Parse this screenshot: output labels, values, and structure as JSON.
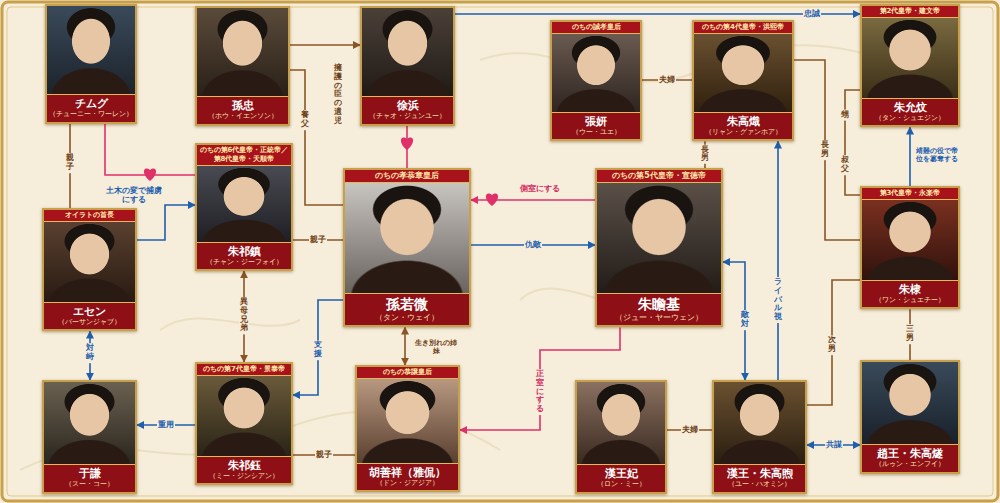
{
  "diagram": {
    "nodes": [
      {
        "text": [
          "チムグ",
          "（チューニー・ワーレン）"
        ]
      },
      {
        "text": [
          "孫忠",
          "（ホウ・イエンソン）"
        ]
      },
      {
        "text": [
          "徐浜",
          "（チャオ・ジュンユー）"
        ]
      },
      {
        "text": [
          "のちの誠孝皇后",
          "張妍",
          "（ウー・ユエ）"
        ]
      },
      {
        "text": [
          "のちの第4代皇帝・洪熙帝",
          "朱高熾",
          "（リャン・グァンホア）"
        ]
      },
      {
        "text": [
          "第2代皇帝・建文帝",
          "朱允炆",
          "（タン・シュエジン）"
        ]
      },
      {
        "text": [
          "オイラトの首長",
          "エセン",
          "（バーサンジャブ）"
        ]
      },
      {
        "text": [
          "のちの第6代皇帝・正統帝／第8代皇帝・天順帝",
          "朱祁鎮",
          "（チャン・ジーフォイ）"
        ]
      },
      {
        "text": [
          "のちの孝恭章皇后",
          "孫若微",
          "（タン・ウェイ）"
        ]
      },
      {
        "text": [
          "のちの第5代皇帝・宣徳帝",
          "朱瞻基",
          "（ジュー・ヤーウェン）"
        ]
      },
      {
        "text": [
          "第3代皇帝・永楽帝",
          "朱棣",
          "（ワン・シュエチー）"
        ]
      },
      {
        "text": [
          "于謙",
          "（スー・コー）"
        ]
      },
      {
        "text": [
          "のちの第7代皇帝・景泰帝",
          "朱祁鈺",
          "（ミー・ジンシアン）"
        ]
      },
      {
        "text": [
          "のちの恭譲皇后",
          "胡善祥（雅侃）",
          "（ドン・ジアジア）"
        ]
      },
      {
        "text": [
          "漢王妃",
          "（ロン・ミー）"
        ]
      },
      {
        "text": [
          "漢王・朱高煦",
          "（ユー・ハオミン）"
        ]
      },
      {
        "text": [
          "趙王・朱高燧",
          "（ルゥン・エンフイ）"
        ]
      }
    ],
    "edges": [
      {
        "from": 0,
        "to": 7,
        "arrow": "none"
      },
      {
        "from": 0,
        "to": 6,
        "label": "親子",
        "arrow": "none"
      },
      {
        "from": 6,
        "to": 7,
        "label": "土木の変で捕虜にする",
        "arrow": "to"
      },
      {
        "from": 6,
        "to": 11,
        "label": "対峙",
        "arrow": "both"
      },
      {
        "from": 12,
        "to": 11,
        "label": "重用",
        "arrow": "to"
      },
      {
        "from": 7,
        "to": 12,
        "label": "異母兄弟",
        "arrow": "both"
      },
      {
        "from": 7,
        "to": 8,
        "label": "親子",
        "arrow": "none"
      },
      {
        "from": 1,
        "to": 8,
        "label": "養父",
        "arrow": "none"
      },
      {
        "from": 1,
        "to": 2,
        "arrow": "to"
      },
      {
        "from": 2,
        "to": 8,
        "arrow": "none"
      },
      {
        "from": 2,
        "to": 5,
        "label": "忠誠",
        "arrow": "to"
      },
      {
        "from": 3,
        "to": 4,
        "label": "夫婦",
        "arrow": "none"
      },
      {
        "from": 4,
        "to": 9,
        "label": "長男",
        "arrow": "none"
      },
      {
        "from": 4,
        "to": 10,
        "label": "長男",
        "arrow": "none"
      },
      {
        "from": 5,
        "to": 10,
        "label": "叔父",
        "arrow": "none"
      },
      {
        "from": 10,
        "to": 5,
        "label": "靖難の役で帝位を簒奪する",
        "arrow": "to"
      },
      {
        "from": 9,
        "to": 8,
        "label": "側室にする",
        "arrow": "to"
      },
      {
        "from": 8,
        "to": 9,
        "label": "仇敵",
        "arrow": "to"
      },
      {
        "from": 9,
        "to": 13,
        "label": "正室にする",
        "arrow": "to"
      },
      {
        "from": 8,
        "to": 13,
        "label": "生き別れの姉妹",
        "arrow": "both"
      },
      {
        "from": 8,
        "to": 12,
        "label": "支援",
        "arrow": "to"
      },
      {
        "from": 12,
        "to": 13,
        "label": "親子",
        "arrow": "none"
      },
      {
        "from": 9,
        "to": 15,
        "label": "敵対",
        "arrow": "both"
      },
      {
        "from": 15,
        "to": 4,
        "label": "ライバル視",
        "arrow": "to"
      },
      {
        "from": 14,
        "to": 15,
        "label": "夫婦",
        "arrow": "none"
      },
      {
        "from": 15,
        "to": 16,
        "label": "共謀",
        "arrow": "both"
      },
      {
        "from": 10,
        "to": 15,
        "label": "次男",
        "arrow": "none"
      },
      {
        "from": 10,
        "to": 16,
        "label": "三男",
        "arrow": "none"
      }
    ],
    "labels": [
      "擁護の臣の遺児",
      "甥"
    ]
  }
}
